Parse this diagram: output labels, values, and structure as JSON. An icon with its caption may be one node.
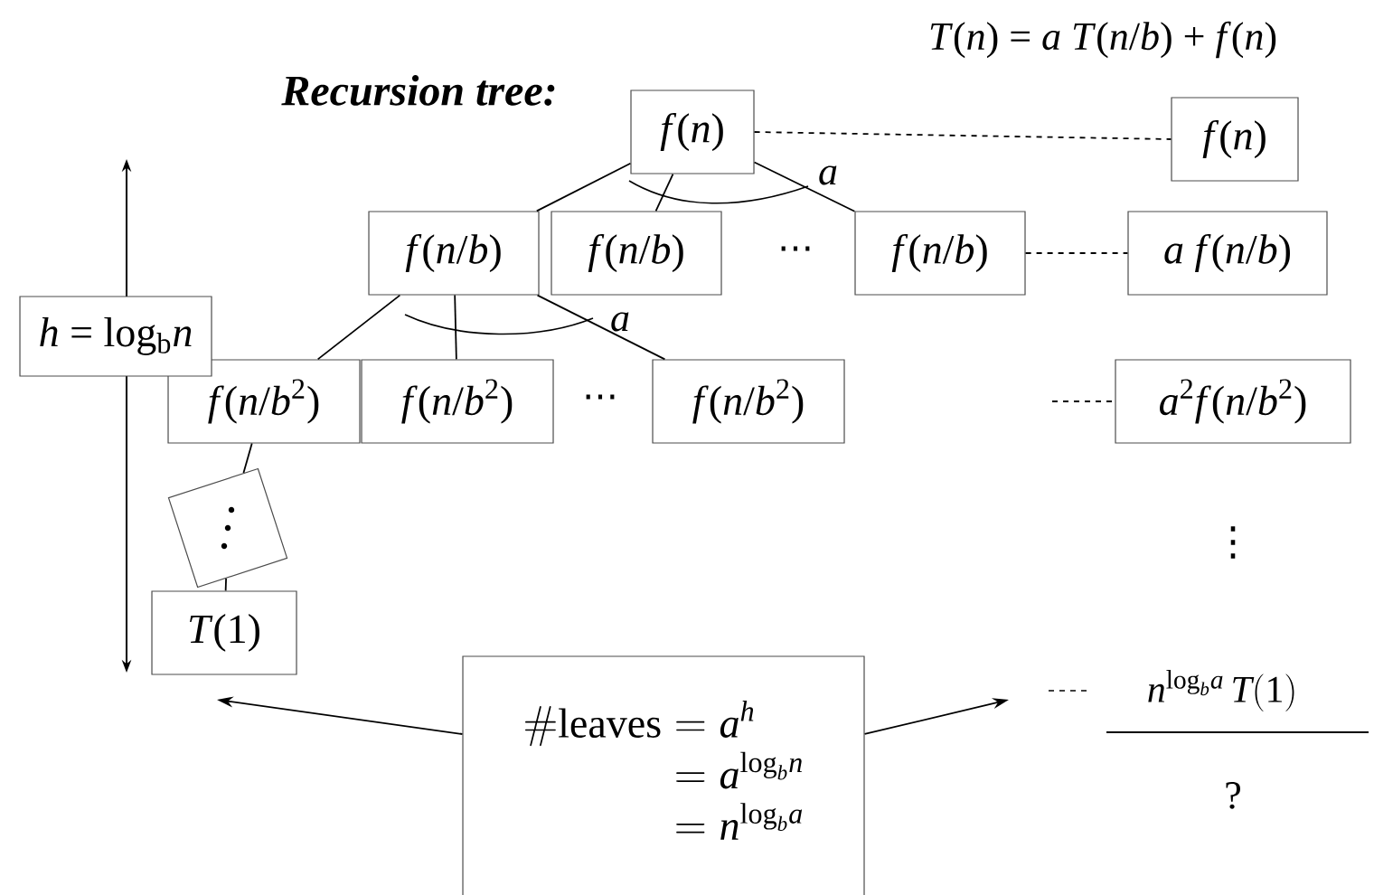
{
  "diagram": {
    "title": "Recursion tree:",
    "nodes": [
      {
        "text": [
          "*f*(*n*)"
        ]
      },
      {
        "text": [
          "*f*(*n*/*b*)"
        ]
      },
      {
        "text": [
          "*f*(*n*/*b*)"
        ]
      },
      {
        "text": [
          "*f*(*n*/*b*)"
        ]
      },
      {
        "text": [
          "*f*(*n*/*b*$^{2}$)"
        ]
      },
      {
        "text": [
          "*f*(*n*/*b*$^{2}$)"
        ]
      },
      {
        "text": [
          "*f*(*n*/*b*$^{2}$)"
        ]
      },
      {
        "text": [],
        "shape": "box"
      },
      {
        "text": [
          "*T*(1)"
        ]
      },
      {
        "text": [
          "*f*(*n*)"
        ]
      },
      {
        "text": [
          "*a f*(*n*/*b*)"
        ]
      },
      {
        "text": [
          "*a*$^{2}$*f*(*n*/*b*$^{2}$)"
        ]
      },
      {
        "text": [
          "*h* = log$_{b}$*n*"
        ]
      },
      {
        "text": [
          "\\begin{array}{@{}r@{\\;}l@{}}\\mathrm{\\#leaves} & = a^{h}\\\\ & = a^{\\mathrm{log}_{b} n}\\\\ & = n^{\\mathrm{log}_{b} a}\\end{array}"
        ]
      }
    ],
    "edges": [
      {
        "from": 0,
        "to": 1,
        "arrow": "none"
      },
      {
        "from": 0,
        "to": 2,
        "arrow": "none"
      },
      {
        "from": 0,
        "to": 3,
        "arrow": "none"
      },
      {
        "from": 1,
        "to": 4,
        "arrow": "none"
      },
      {
        "from": 1,
        "to": 5,
        "arrow": "none"
      },
      {
        "from": 1,
        "to": 6,
        "arrow": "none"
      },
      {
        "from": 4,
        "to": 7,
        "arrow": "none"
      },
      {
        "from": 7,
        "to": 8,
        "arrow": "none"
      },
      {
        "from": 0,
        "to": 9,
        "arrow": "none",
        "style": "dashed"
      },
      {
        "from": 3,
        "to": 10,
        "arrow": "none",
        "style": "dashed"
      },
      {
        "from": null,
        "to": 11,
        "arrow": "none",
        "style": "dashed"
      },
      {
        "from": 13,
        "to": null,
        "arrow": "to"
      },
      {
        "from": 13,
        "to": null,
        "arrow": "to"
      }
    ],
    "labels": [
      "*T*(*n*) = *a T*(*n*/*b*) + *f*(*n*)",
      "*a*",
      "*a*",
      "⋯",
      "⋯",
      "⋮",
      "n^{\\mathrm{log}_{b} a}\\,T(1)",
      "?"
    ]
  }
}
